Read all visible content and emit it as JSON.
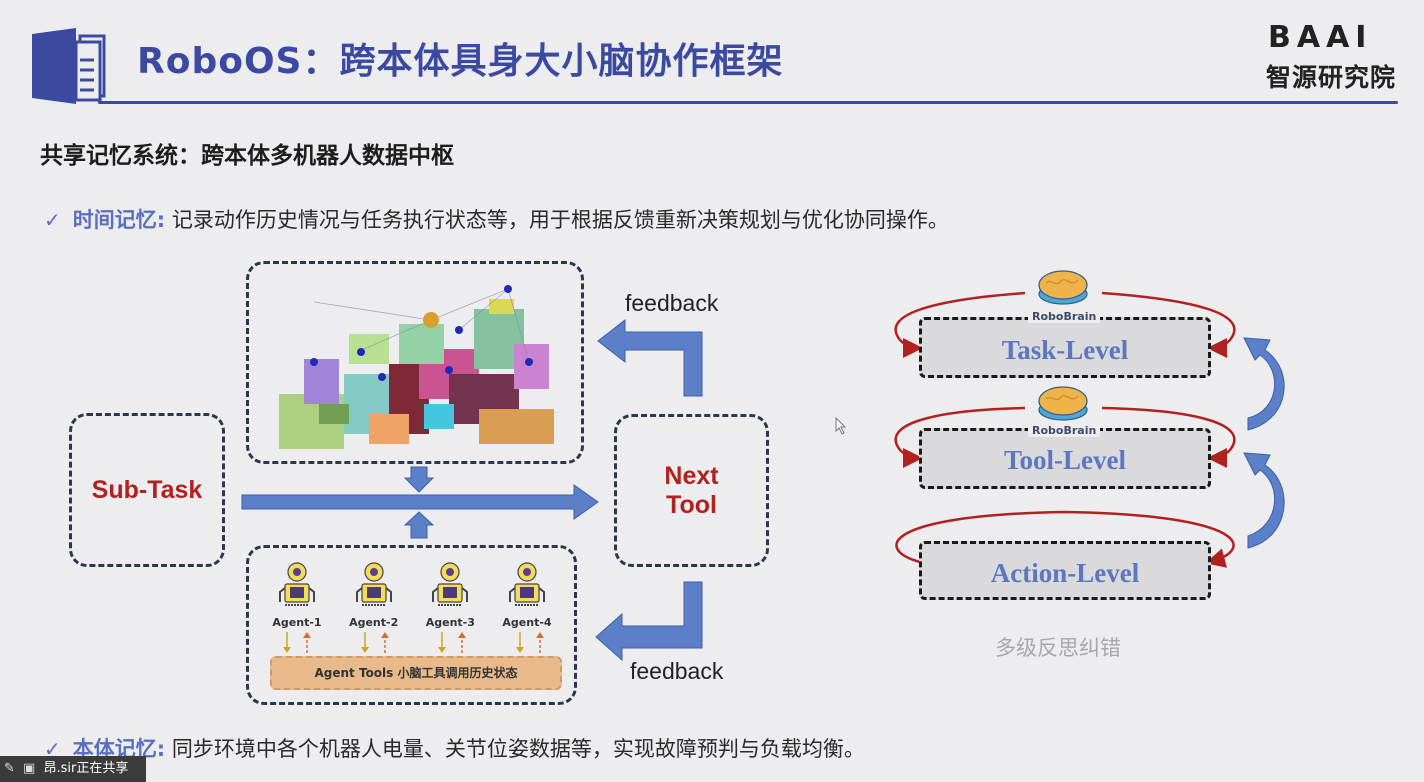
{
  "header": {
    "title": "RoboOS：跨本体具身大小脑协作框架",
    "logo_en": "BAAI",
    "logo_cn": "智源研究院",
    "icon": "document-stack-icon",
    "accent_color": "#3b4aa0"
  },
  "section": {
    "subheading": "共享记忆系统：跨本体多机器人数据中枢",
    "bullets": [
      {
        "check": "✓",
        "keyword": "时间记忆:",
        "text": "记录动作历史情况与任务执行状态等，用于根据反馈重新决策规划与优化协同操作。"
      },
      {
        "check": "✓",
        "keyword": "本体记忆:",
        "text": "同步环境中各个机器人电量、关节位姿数据等，实现故障预判与负载均衡。"
      }
    ]
  },
  "diagram": {
    "sub_task": "Sub-Task",
    "next_tool_line1": "Next",
    "next_tool_line2": "Tool",
    "feedback_top": "feedback",
    "feedback_bottom": "feedback",
    "scene_graph_icon": "3d-scene-graph-image",
    "agents": [
      {
        "label": "Agent-1",
        "icon": "robot-icon"
      },
      {
        "label": "Agent-2",
        "icon": "robot-icon"
      },
      {
        "label": "Agent-3",
        "icon": "robot-icon"
      },
      {
        "label": "Agent-4",
        "icon": "robot-icon"
      }
    ],
    "agent_tools": "Agent Tools 小脑工具调用历史状态"
  },
  "reflection": {
    "levels": [
      {
        "label": "Task-Level",
        "brain": "RoboBrain"
      },
      {
        "label": "Tool-Level",
        "brain": "RoboBrain"
      },
      {
        "label": "Action-Level",
        "brain": ""
      }
    ],
    "caption": "多级反思纠错"
  },
  "share_bar": {
    "text": "昂.sir正在共享"
  },
  "colors": {
    "arrow_blue": "#5b7fc9",
    "loop_red": "#b0211f",
    "level_text": "#5c77bf"
  }
}
